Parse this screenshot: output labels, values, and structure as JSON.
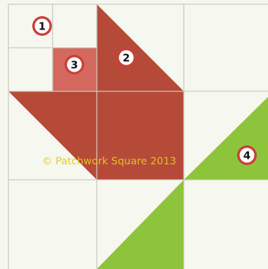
{
  "colors": {
    "background": "#f6f7ee",
    "grid_line": "#c9cbbf",
    "red": "#b64a39",
    "red_dark": "#9c3a2d",
    "pink": "#d5685e",
    "green": "#8ec43b",
    "badge_ring": "#c94038",
    "badge_fill": "#ffffff",
    "watermark": "#e3c820"
  },
  "pieces": [
    {
      "number": "1",
      "color": "background"
    },
    {
      "number": "2",
      "color": "red"
    },
    {
      "number": "3",
      "color": "pink"
    },
    {
      "number": "4",
      "color": "green"
    }
  ],
  "watermark": "© Patchwork Square 2013"
}
